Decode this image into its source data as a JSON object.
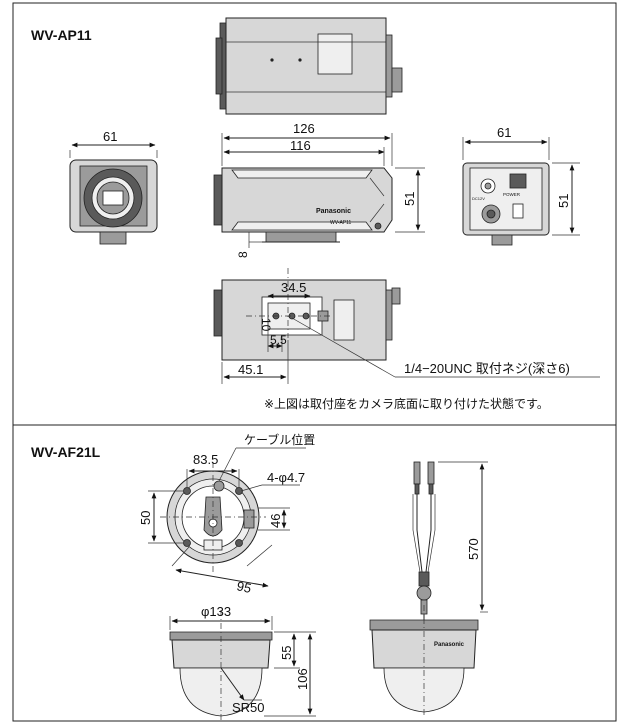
{
  "sections": {
    "top": {
      "title": "WV-AP11",
      "dims": {
        "side_width": "61",
        "total_length": "126",
        "body_length": "116",
        "height": "51",
        "rear_width": "61",
        "rear_height": "51",
        "foot_height": "8",
        "mount_span": "34.5",
        "mount_offset": "10",
        "mount_small": "5.5",
        "mount_from_front": "45.1"
      },
      "logo_text": "Panasonic",
      "model_on_body": "WV-AP11",
      "rear_label": "POWER",
      "rear_label2": "DC12V",
      "screw_note": "1/4−20UNC 取付ネジ(深さ6)",
      "footnote": "※上図は取付座をカメラ底面に取り付けた状態です。"
    },
    "bottom": {
      "title": "WV-AF21L",
      "dims": {
        "cable_position": "ケーブル位置",
        "bolt_circle": "83.5",
        "left_height": "50",
        "holes": "4-φ4.7",
        "right_height": "46",
        "diagonal": "95",
        "cable_length": "570",
        "dome_diameter": "φ133",
        "base_height": "55",
        "total_height": "106",
        "sphere_radius": "SR50"
      },
      "logo_text": "Panasonic"
    }
  }
}
